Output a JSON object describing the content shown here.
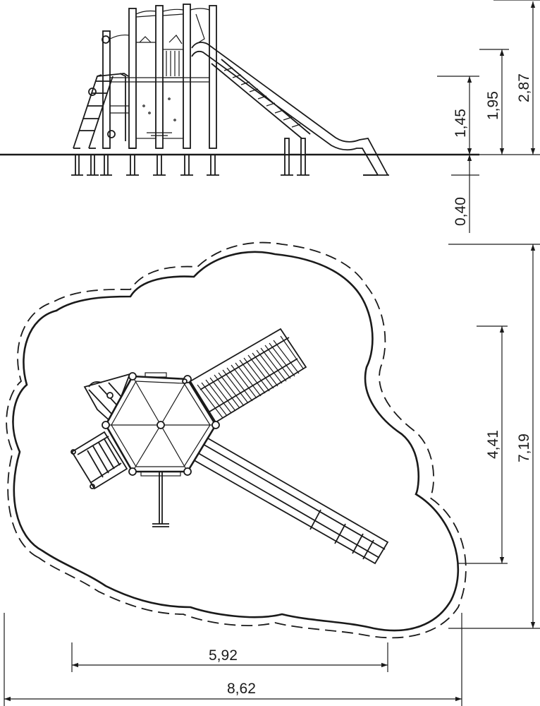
{
  "dimensions": {
    "ground_depth": "0,40",
    "platform_height": "1,45",
    "slide_start_height": "1,95",
    "total_height": "2,87",
    "equipment_depth": "4,41",
    "safety_area_depth": "7,19",
    "equipment_width": "5,92",
    "safety_area_width": "8,62"
  },
  "colors": {
    "line": "#1a1a1a",
    "background": "#ffffff"
  }
}
